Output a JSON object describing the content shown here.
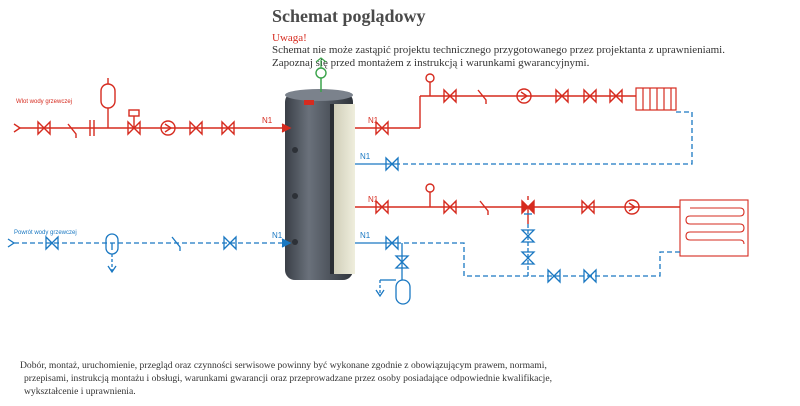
{
  "header": {
    "title": "Schemat poglądowy",
    "warning_label": "Uwaga!",
    "warning_line1": "Schemat nie może zastąpić projektu technicznego przygotowanego przez projektanta z uprawnieniami.",
    "warning_line2": "Zapoznaj się przed montażem z instrukcją i warunkami gwarancyjnymi."
  },
  "diagram": {
    "supply_label": "Wlot wody grzewczej",
    "return_label": "Powrót wody grzewczej",
    "nozzle_label": "N1",
    "nozzle_label_return": "N1",
    "supply_color": "#d62b1f",
    "return_color": "#1a78c2",
    "tank_color": "#555c66"
  },
  "footer": {
    "line1": "Dobór, montaż, uruchomienie, przegląd oraz czynności serwisowe powinny być wykonane zgodnie z obowiązującym prawem, normami,",
    "line2": "przepisami, instrukcją montażu i obsługi, warunkami gwarancji oraz przeprowadzane przez osoby posiadające odpowiednie kwalifikacje,",
    "line3": "wykształcenie i uprawnienia."
  }
}
